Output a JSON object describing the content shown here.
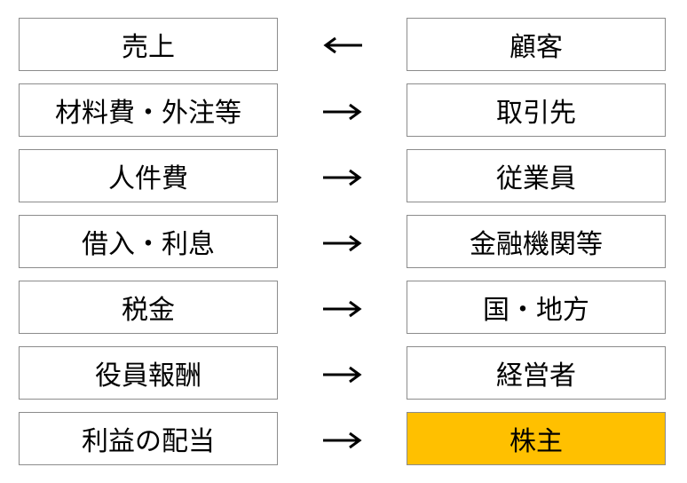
{
  "colors": {
    "highlight": "#ffc000",
    "border": "#8c8c8c",
    "arrow": "#000000"
  },
  "rows": [
    {
      "left": "売上",
      "right": "顧客",
      "arrow": "arrow-left-icon"
    },
    {
      "left": "材料費・外注等",
      "right": "取引先",
      "arrow": "arrow-right-icon"
    },
    {
      "left": "人件費",
      "right": "従業員",
      "arrow": "arrow-right-icon"
    },
    {
      "left": "借入・利息",
      "right": "金融機関等",
      "arrow": "arrow-right-icon"
    },
    {
      "left": "税金",
      "right": "国・地方",
      "arrow": "arrow-right-icon"
    },
    {
      "left": "役員報酬",
      "right": "経営者",
      "arrow": "arrow-right-icon"
    },
    {
      "left": "利益の配当",
      "right": "株主",
      "arrow": "arrow-right-icon",
      "highlight": true
    }
  ]
}
